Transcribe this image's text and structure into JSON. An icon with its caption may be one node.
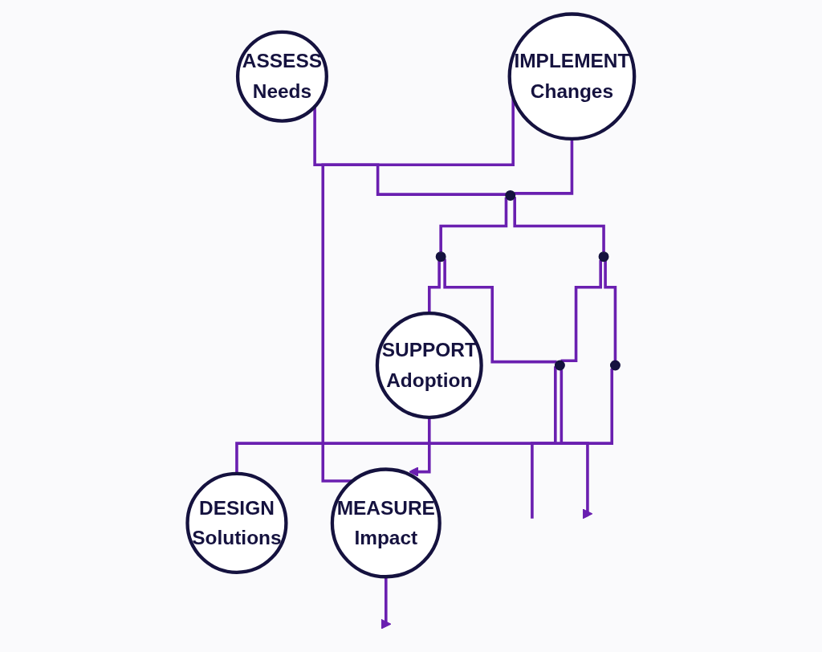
{
  "diagram": {
    "nodes": [
      {
        "text": [
          "ASSESS",
          "Needs"
        ]
      },
      {
        "text": [
          "DESIGN",
          "Solutions"
        ]
      },
      {
        "text": [
          "IMPLEMENT",
          "Changes"
        ]
      },
      {
        "text": [
          "SUPPORT",
          "Adoption"
        ]
      },
      {
        "text": [
          "MEASURE",
          "Impact"
        ]
      },
      {
        "text": [],
        "shape": "circle"
      },
      {
        "text": [],
        "shape": "circle"
      },
      {
        "text": [],
        "shape": "circle"
      },
      {
        "text": [],
        "shape": "circle"
      },
      {
        "text": [],
        "shape": "circle"
      }
    ],
    "edges": [
      {
        "from": 0,
        "to": 7,
        "arrow": "none"
      },
      {
        "from": 7,
        "to": 9,
        "arrow": "none"
      },
      {
        "from": 9,
        "to": 8,
        "arrow": "none"
      },
      {
        "from": 8,
        "to": 1,
        "arrow": "none"
      },
      {
        "from": 9,
        "to": 3,
        "arrow": "none"
      },
      {
        "from": 2,
        "to": 7,
        "arrow": "none"
      },
      {
        "from": 7,
        "to": 6,
        "arrow": "none"
      },
      {
        "from": 6,
        "to": 5,
        "arrow": "none"
      },
      {
        "from": 5,
        "to": null,
        "arrow": "none"
      },
      {
        "from": 6,
        "to": 8,
        "arrow": "none"
      },
      {
        "from": 8,
        "to": null,
        "arrow": "to"
      },
      {
        "from": 2,
        "to": 4,
        "arrow": "none"
      },
      {
        "from": 3,
        "to": 4,
        "arrow": "to"
      },
      {
        "from": 4,
        "to": null,
        "arrow": "to"
      }
    ]
  }
}
